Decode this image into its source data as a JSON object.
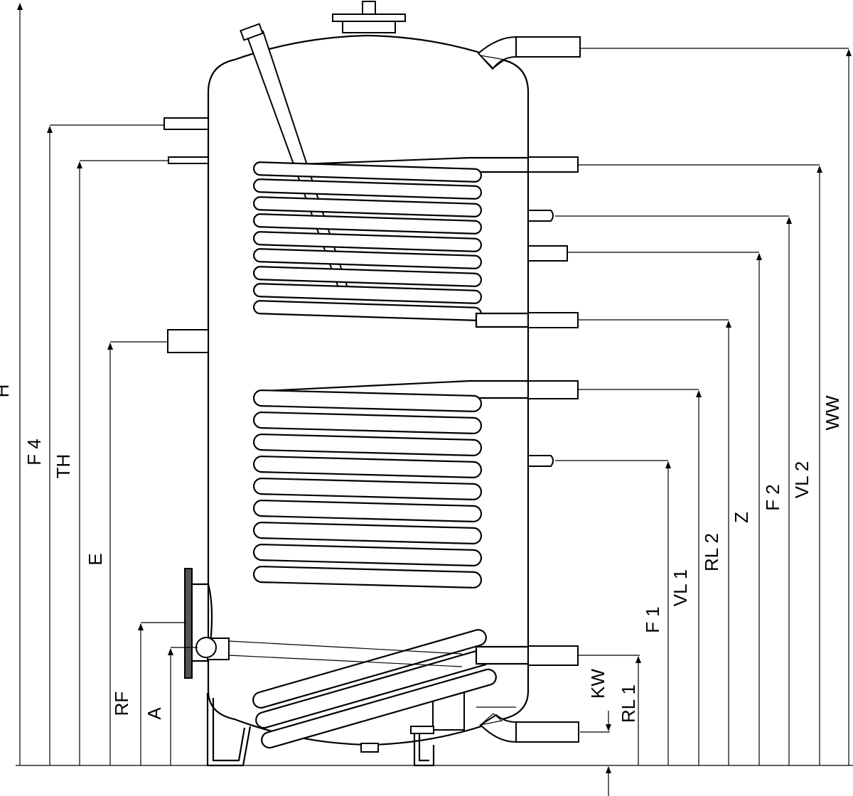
{
  "dimensions": [
    {
      "key": "H",
      "label": "H"
    },
    {
      "key": "F4",
      "label": "F 4"
    },
    {
      "key": "TH",
      "label": "TH"
    },
    {
      "key": "E",
      "label": "E"
    },
    {
      "key": "RF",
      "label": "RF"
    },
    {
      "key": "A",
      "label": "A"
    },
    {
      "key": "KW",
      "label": "KW"
    },
    {
      "key": "RL1",
      "label": "RL 1"
    },
    {
      "key": "F1",
      "label": "F 1"
    },
    {
      "key": "VL1",
      "label": "VL 1"
    },
    {
      "key": "RL2",
      "label": "RL 2"
    },
    {
      "key": "Z",
      "label": "Z"
    },
    {
      "key": "F2",
      "label": "F 2"
    },
    {
      "key": "VL2",
      "label": "VL 2"
    },
    {
      "key": "WW",
      "label": "WW"
    }
  ],
  "colors": {
    "stroke": "#000000",
    "background": "#ffffff"
  }
}
